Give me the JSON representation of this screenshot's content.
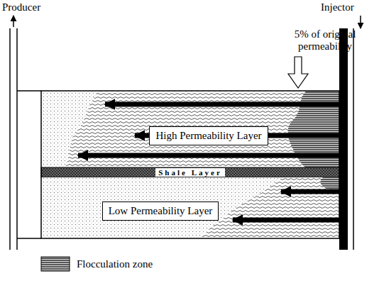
{
  "diagram": {
    "nodes": [
      {
        "text": [
          "High Permeability Layer"
        ]
      },
      {
        "text": [
          "Shale Layer"
        ]
      },
      {
        "text": [
          "Low Permeability Layer"
        ]
      }
    ],
    "labels": [
      "Producer",
      "Injector",
      "5% of original permeability"
    ],
    "legend": [
      {
        "text": "Flocculation zone"
      }
    ]
  }
}
